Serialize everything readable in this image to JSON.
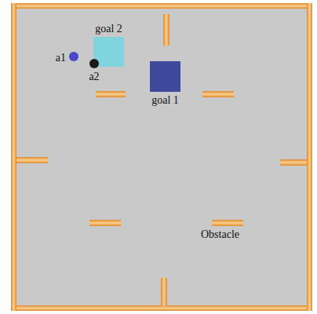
{
  "diagram": {
    "nodes": [
      {
        "text": [
          "goal 2"
        ]
      },
      {
        "text": [
          "goal 1"
        ]
      },
      {
        "text": [
          "a1"
        ]
      },
      {
        "text": [
          "a2"
        ]
      }
    ],
    "labels": [
      "Obstacle"
    ]
  }
}
